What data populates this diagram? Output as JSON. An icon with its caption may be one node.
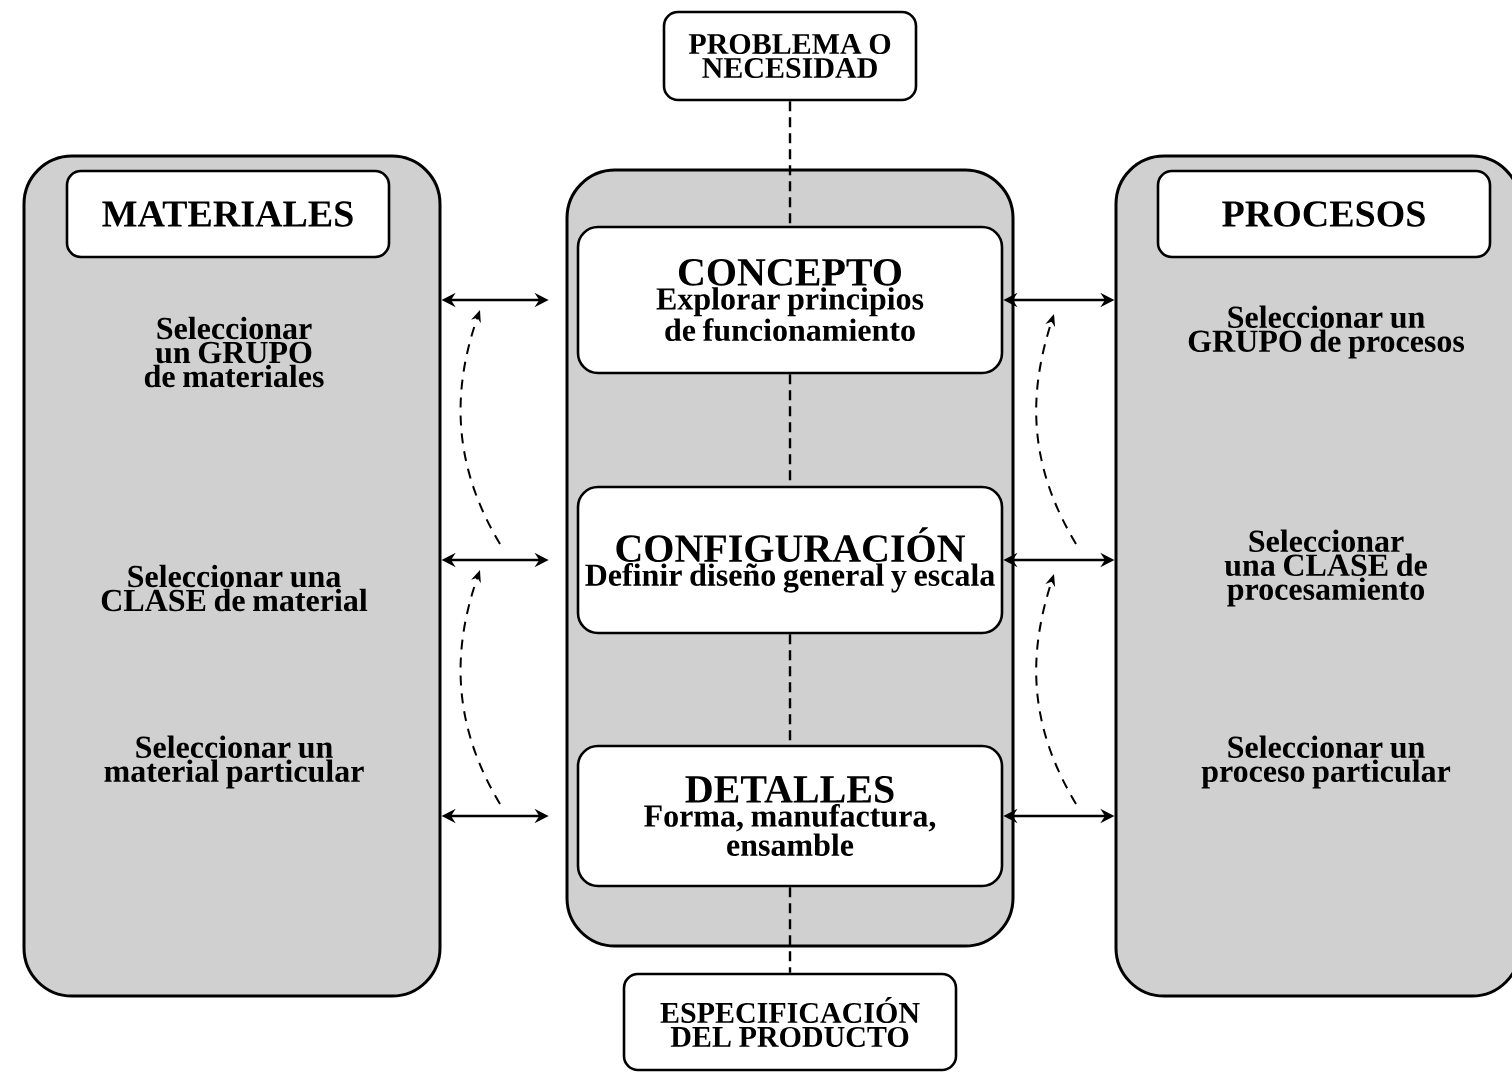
{
  "diagram": {
    "nodes": [
      {
        "text": [
          "PROBLEMA O NECESIDAD"
        ]
      },
      {
        "text": [],
        "shape": "box"
      },
      {
        "text": [
          "MATERIALES"
        ],
        "in": 1
      },
      {
        "text": [
          "Seleccionar un GRUPO de materiales"
        ],
        "in": 1
      },
      {
        "text": [
          "Seleccionar una CLASE de material"
        ],
        "in": 1
      },
      {
        "text": [
          "Seleccionar un material particular"
        ],
        "in": 1
      },
      {
        "text": [],
        "shape": "box"
      },
      {
        "text": [
          "CONCEPTO",
          "Explorar principios de funcionamiento"
        ],
        "in": 6
      },
      {
        "text": [
          "CONFIGURACIÓN",
          "Definir diseño general y escala"
        ],
        "in": 6
      },
      {
        "text": [
          "DETALLES",
          "Forma, manufactura, ensamble"
        ],
        "in": 6
      },
      {
        "text": [],
        "shape": "box"
      },
      {
        "text": [
          "PROCESOS"
        ],
        "in": 10
      },
      {
        "text": [
          "Seleccionar un GRUPO de procesos"
        ],
        "in": 10
      },
      {
        "text": [
          "Seleccionar una CLASE de procesamiento"
        ],
        "in": 10
      },
      {
        "text": [
          "Seleccionar un proceso particular"
        ],
        "in": 10
      },
      {
        "text": [
          "ESPECIFICACIÓN DEL PRODUCTO"
        ]
      }
    ],
    "edges": [
      {
        "from": 0,
        "to": 7,
        "arrow": "none",
        "style": "dashed"
      },
      {
        "from": 7,
        "to": 8,
        "arrow": "none",
        "style": "dashed"
      },
      {
        "from": 8,
        "to": 9,
        "arrow": "none",
        "style": "dashed"
      },
      {
        "from": 9,
        "to": 15,
        "arrow": "none",
        "style": "dashed"
      },
      {
        "from": 1,
        "to": 7,
        "arrow": "both"
      },
      {
        "from": 1,
        "to": 8,
        "arrow": "both"
      },
      {
        "from": 1,
        "to": 9,
        "arrow": "both"
      },
      {
        "from": 7,
        "to": 10,
        "arrow": "both"
      },
      {
        "from": 8,
        "to": 10,
        "arrow": "both"
      },
      {
        "from": 9,
        "to": 10,
        "arrow": "both"
      }
    ]
  }
}
